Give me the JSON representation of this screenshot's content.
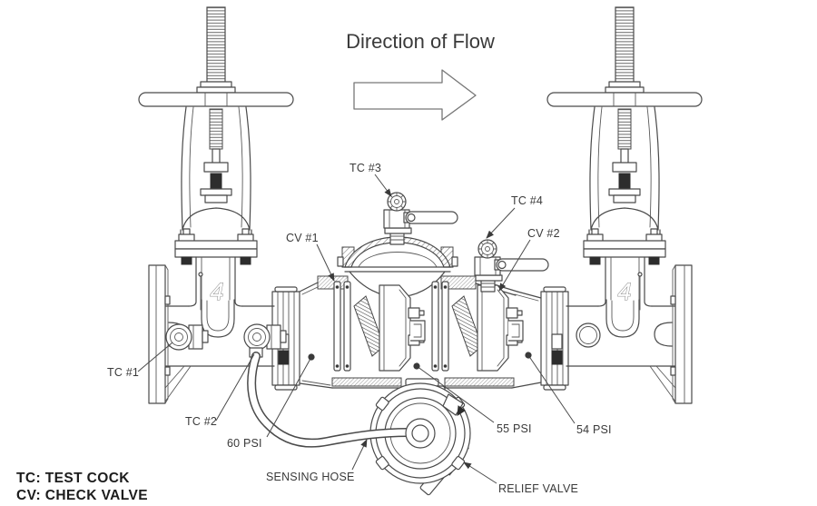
{
  "diagram": {
    "title": "Direction of Flow",
    "legend": {
      "tc": "TC: TEST COCK",
      "cv": "CV: CHECK VALVE"
    },
    "labels": {
      "tc1": "TC #1",
      "tc2": "TC #2",
      "tc3": "TC #3",
      "tc4": "TC #4",
      "cv1": "CV #1",
      "cv2": "CV #2",
      "psi60": "60 PSI",
      "psi55": "55 PSI",
      "psi54": "54 PSI",
      "sensing_hose": "SENSING HOSE",
      "relief_valve": "RELIEF VALVE",
      "valve_size_left": "4",
      "valve_size_right": "4"
    },
    "colors": {
      "background": "#ffffff",
      "line": "#4a4a4a",
      "text": "#3a3a3a",
      "legend_text": "#1c1c1c",
      "dark_fill": "#2d2d2d"
    }
  }
}
